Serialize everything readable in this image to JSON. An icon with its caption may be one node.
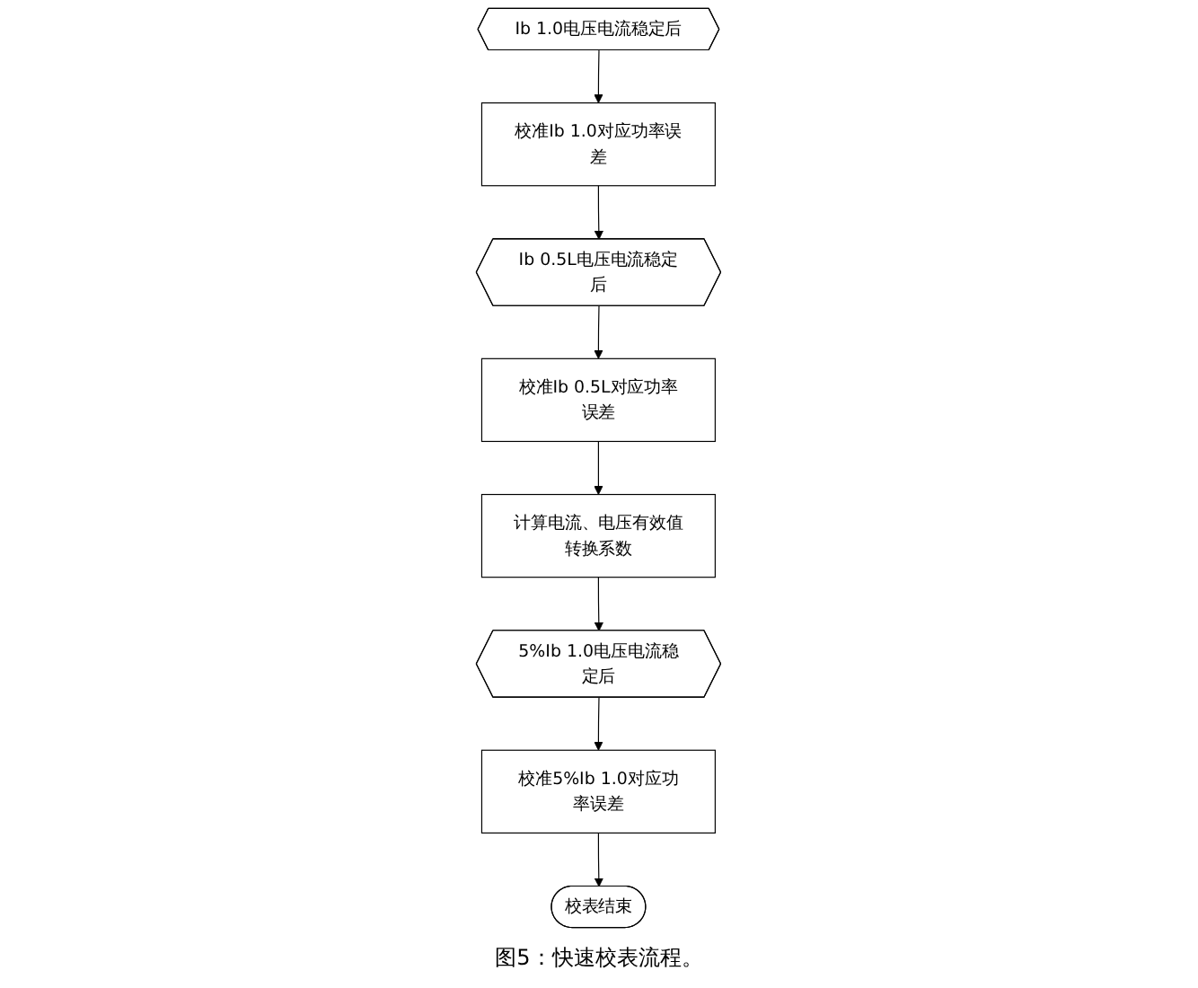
{
  "diagram": {
    "caption": "图5：快速校表流程。",
    "nodes": [
      {
        "text": [
          "Ib 1.0电压电流稳定后"
        ]
      },
      {
        "text": [
          "校准Ib 1.0对应功率误差"
        ]
      },
      {
        "text": [
          "Ib 0.5L电压电流稳定后"
        ]
      },
      {
        "text": [
          "校准Ib 0.5L对应功率误差"
        ]
      },
      {
        "text": [
          "计算电流、电压有效值转换系数"
        ]
      },
      {
        "text": [
          "5%Ib 1.0电压电流稳定后"
        ]
      },
      {
        "text": [
          "校准5%Ib 1.0对应功率误差"
        ]
      },
      {
        "text": [
          "校表结束"
        ]
      }
    ],
    "edges": [
      {
        "from": 0,
        "to": 1,
        "arrow": "to"
      },
      {
        "from": 1,
        "to": 2,
        "arrow": "to"
      },
      {
        "from": 2,
        "to": 3,
        "arrow": "to"
      },
      {
        "from": 3,
        "to": 4,
        "arrow": "to"
      },
      {
        "from": 4,
        "to": 5,
        "arrow": "to"
      },
      {
        "from": 5,
        "to": 6,
        "arrow": "to"
      },
      {
        "from": 6,
        "to": 7,
        "arrow": "to"
      }
    ]
  }
}
